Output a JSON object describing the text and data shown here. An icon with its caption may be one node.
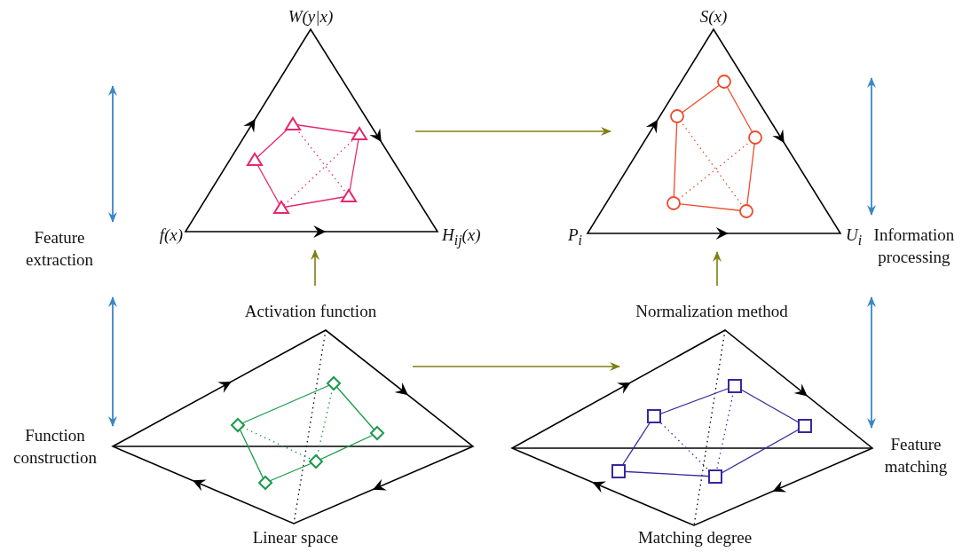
{
  "diagram": {
    "nodes": [
      {
        "text": [],
        "shape": "triangle",
        "beside": [
          "W(y|x)",
          "f(x)",
          "H$_{ij}$(x)"
        ]
      },
      {
        "text": [],
        "shape": "triangle",
        "beside": [
          "S(x)",
          "P$_{i}$",
          "U$_{i}$"
        ]
      },
      {
        "text": [],
        "shape": "diamond",
        "beside": [
          "Activation function",
          "Function construction",
          "Linear space"
        ]
      },
      {
        "text": [],
        "shape": "diamond",
        "beside": [
          "Normalization method",
          "Feature matching",
          "Matching degree"
        ]
      }
    ],
    "edges": [
      {
        "from": 0,
        "to": 1,
        "arrow": "to"
      },
      {
        "from": 2,
        "to": 3,
        "arrow": "to"
      },
      {
        "from": 2,
        "to": 0,
        "arrow": "to"
      },
      {
        "from": 3,
        "to": 1,
        "arrow": "to"
      }
    ],
    "labels": [
      "Feature extraction",
      "Information processing"
    ]
  }
}
